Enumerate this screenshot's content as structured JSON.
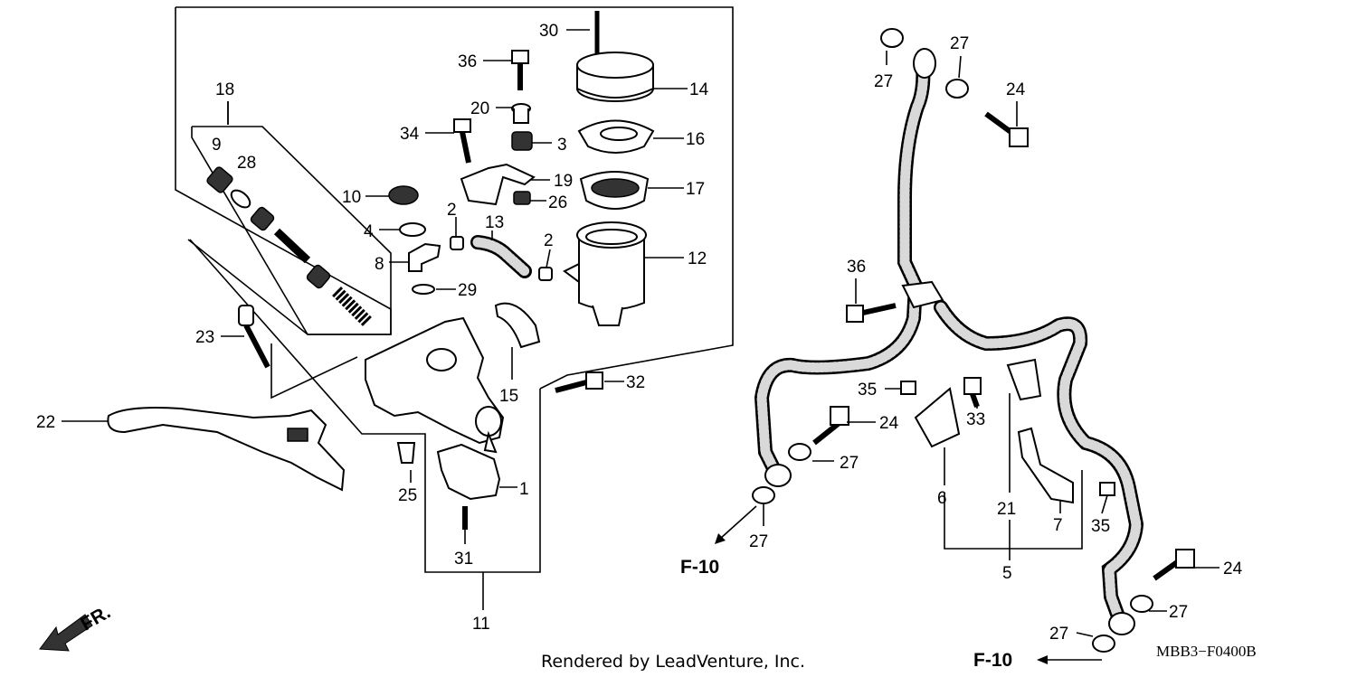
{
  "parts": [
    {
      "id": "p1",
      "label": "1"
    },
    {
      "id": "p2a",
      "label": "2"
    },
    {
      "id": "p2b",
      "label": "2"
    },
    {
      "id": "p3",
      "label": "3"
    },
    {
      "id": "p4",
      "label": "4"
    },
    {
      "id": "p5",
      "label": "5"
    },
    {
      "id": "p6",
      "label": "6"
    },
    {
      "id": "p7",
      "label": "7"
    },
    {
      "id": "p8",
      "label": "8"
    },
    {
      "id": "p9",
      "label": "9"
    },
    {
      "id": "p10",
      "label": "10"
    },
    {
      "id": "p11",
      "label": "11"
    },
    {
      "id": "p12",
      "label": "12"
    },
    {
      "id": "p13",
      "label": "13"
    },
    {
      "id": "p14",
      "label": "14"
    },
    {
      "id": "p15",
      "label": "15"
    },
    {
      "id": "p16",
      "label": "16"
    },
    {
      "id": "p17",
      "label": "17"
    },
    {
      "id": "p18",
      "label": "18"
    },
    {
      "id": "p19",
      "label": "19"
    },
    {
      "id": "p20",
      "label": "20"
    },
    {
      "id": "p21",
      "label": "21"
    },
    {
      "id": "p22",
      "label": "22"
    },
    {
      "id": "p23",
      "label": "23"
    },
    {
      "id": "p24a",
      "label": "24"
    },
    {
      "id": "p24b",
      "label": "24"
    },
    {
      "id": "p24c",
      "label": "24"
    },
    {
      "id": "p25",
      "label": "25"
    },
    {
      "id": "p26",
      "label": "26"
    },
    {
      "id": "p27a",
      "label": "27"
    },
    {
      "id": "p27b",
      "label": "27"
    },
    {
      "id": "p27c",
      "label": "27"
    },
    {
      "id": "p27d",
      "label": "27"
    },
    {
      "id": "p27e",
      "label": "27"
    },
    {
      "id": "p27f",
      "label": "27"
    },
    {
      "id": "p28",
      "label": "28"
    },
    {
      "id": "p29",
      "label": "29"
    },
    {
      "id": "p30",
      "label": "30"
    },
    {
      "id": "p31",
      "label": "31"
    },
    {
      "id": "p32",
      "label": "32"
    },
    {
      "id": "p33",
      "label": "33"
    },
    {
      "id": "p34",
      "label": "34"
    },
    {
      "id": "p35a",
      "label": "35"
    },
    {
      "id": "p35b",
      "label": "35"
    },
    {
      "id": "p36a",
      "label": "36"
    },
    {
      "id": "p36b",
      "label": "36"
    }
  ],
  "references": {
    "f10_left": "F-10",
    "f10_right": "F-10",
    "front_arrow": "FR."
  },
  "footer": {
    "credit": "Rendered by LeadVenture, Inc.",
    "diagram_code": "MBB3−F0400B"
  }
}
